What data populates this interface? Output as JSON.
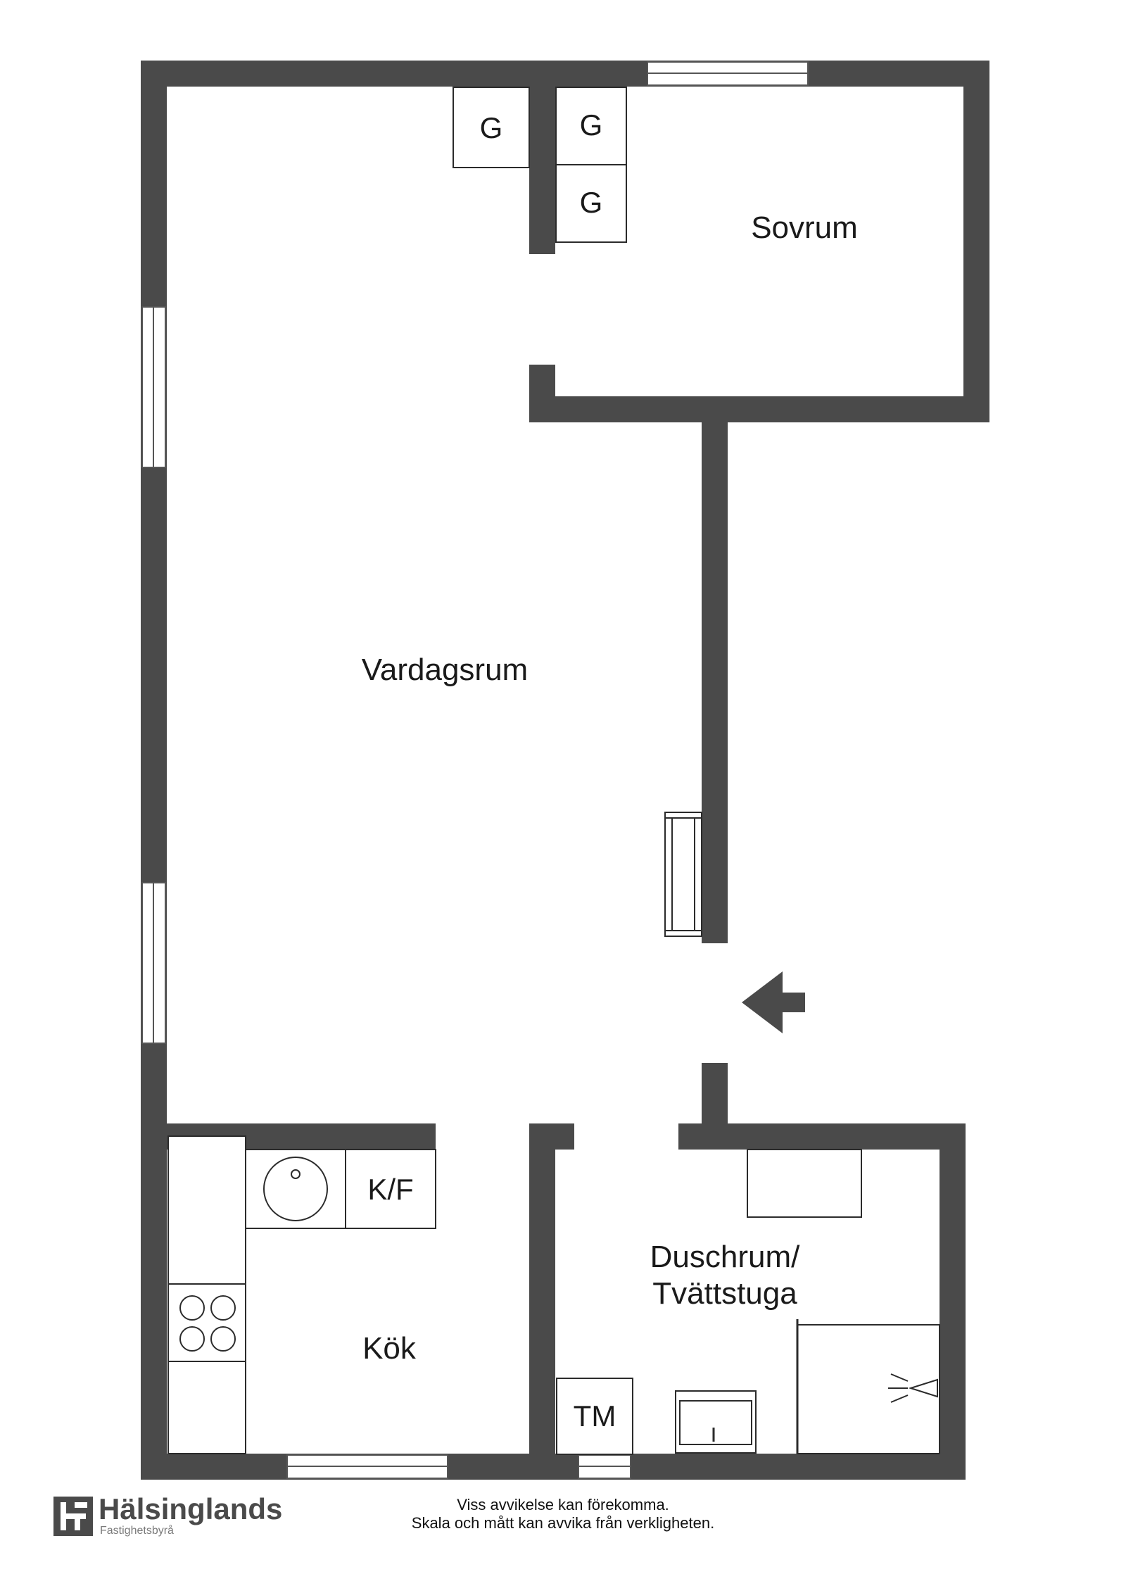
{
  "rooms": {
    "sovrum": "Sovrum",
    "vardagsrum": "Vardagsrum",
    "kok": "Kök",
    "duschrum_line1": "Duschrum/",
    "duschrum_line2": "Tvättstuga"
  },
  "fixtures": {
    "wardrobe_1": "G",
    "wardrobe_2": "G",
    "wardrobe_3": "G",
    "fridge_freezer": "K/F",
    "dryer": "TM"
  },
  "icons": {
    "entrance": "entrance-arrow-icon",
    "logo": "halsinglands-logo-icon"
  },
  "colors": {
    "wall": "#4a4a4a",
    "logo": "#4a4a4a"
  },
  "footer": {
    "disclaimer_line1": "Viss avvikelse kan förekomma.",
    "disclaimer_line2": "Skala och mått kan avvika från verkligheten.",
    "brand_name": "Hälsinglands",
    "brand_sub": "Fastighetsbyrå"
  }
}
